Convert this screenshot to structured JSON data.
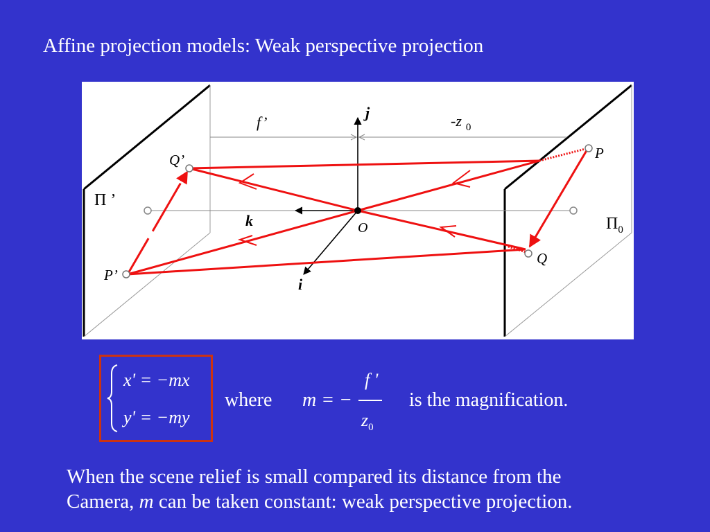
{
  "slide": {
    "title": "Affine projection models: Weak perspective projection"
  },
  "diagram": {
    "labels": {
      "f_prime": "f’",
      "neg_z0": "-z",
      "neg_z0_sub": "0",
      "j_axis": "j",
      "k_axis": "k",
      "i_axis": "i",
      "origin": "O",
      "q_prime": "Q’",
      "p_prime": "P’",
      "pi_prime": "Π ’",
      "pi_0": "Π",
      "pi_0_sub": "0",
      "p": "P",
      "q": "Q"
    },
    "colors": {
      "ray": "#ee1111",
      "plane": "#000000",
      "background": "#ffffff"
    }
  },
  "formula": {
    "eq1": "x' = −mx",
    "eq2": "y' = −my",
    "where": "where",
    "m_lhs": "m = −",
    "frac_num": "f '",
    "frac_den": "z",
    "frac_den_sub": "0",
    "tail": "is the magnification."
  },
  "body": {
    "line1": "When the scene relief is small compared its distance from the",
    "line2_prefix": "Camera, ",
    "line2_m": "m",
    "line2_suffix": " can be taken constant: weak perspective projection."
  },
  "colors": {
    "slide_background": "#3333cc",
    "text": "#ffffff",
    "formula_border": "#cc3311"
  }
}
